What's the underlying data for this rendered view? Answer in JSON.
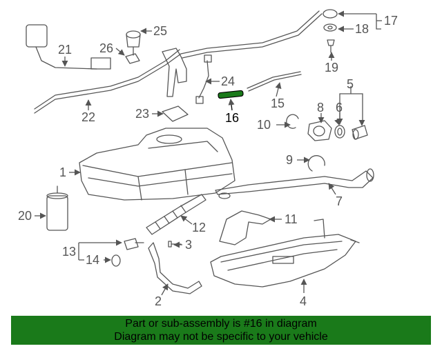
{
  "diagram": {
    "highlight_color": "#1a7a1a",
    "callouts": {
      "c1": "1",
      "c2": "2",
      "c3": "3",
      "c4": "4",
      "c5": "5",
      "c6": "6",
      "c7": "7",
      "c8": "8",
      "c9": "9",
      "c10": "10",
      "c11": "11",
      "c12": "12",
      "c13": "13",
      "c14": "14",
      "c15": "15",
      "c16": "16",
      "c17": "17",
      "c18": "18",
      "c19": "19",
      "c20": "20",
      "c21": "21",
      "c22": "22",
      "c23": "23",
      "c24": "24",
      "c25": "25",
      "c26": "26"
    }
  },
  "banner": {
    "line1": "Part or sub-assembly is #16 in diagram",
    "line2": "Diagram may not be specific to your vehicle",
    "background": "#1a7a1a"
  }
}
